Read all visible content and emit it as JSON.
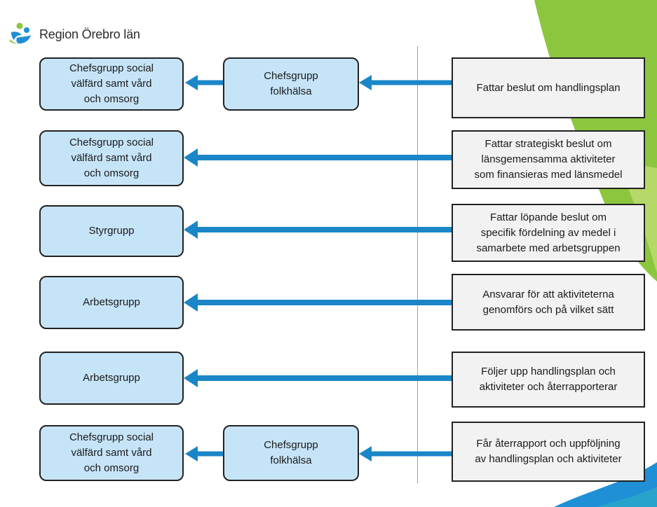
{
  "header": {
    "org_name": "Region Örebro län"
  },
  "rows": [
    {
      "left": "Chefsgrupp social\nvälfärd samt vård\noch omsorg",
      "middle": "Chefsgrupp\nfolkhälsa",
      "right": "Fattar beslut om handlingsplan"
    },
    {
      "left": "Chefsgrupp social\nvälfärd samt vård\noch omsorg",
      "middle": null,
      "right": "Fattar strategiskt beslut om\nlänsgemensamma aktiviteter\nsom finansieras med länsmedel"
    },
    {
      "left": "Styrgrupp",
      "middle": null,
      "right": "Fattar löpande beslut om\nspecifik fördelning av medel i\nsamarbete med arbetsgruppen"
    },
    {
      "left": "Arbetsgrupp",
      "middle": null,
      "right": "Ansvarar för att aktiviteterna\ngenomförs och på vilket sätt"
    },
    {
      "left": "Arbetsgrupp",
      "middle": null,
      "right": "Följer upp handlingsplan och\naktiviteter och återrapporterar"
    },
    {
      "left": "Chefsgrupp social\nvälfärd samt vård\noch omsorg",
      "middle": "Chefsgrupp\nfolkhälsa",
      "right": "Får återrapport och uppföljning\nav handlingsplan och aktiviteter"
    }
  ],
  "colors": {
    "box_fill": "#c6e4f8",
    "arrow": "#1a86c8",
    "right_box_fill": "#f2f2f2",
    "accent_green": "#8cc63f",
    "accent_blue": "#1f8fd6"
  }
}
